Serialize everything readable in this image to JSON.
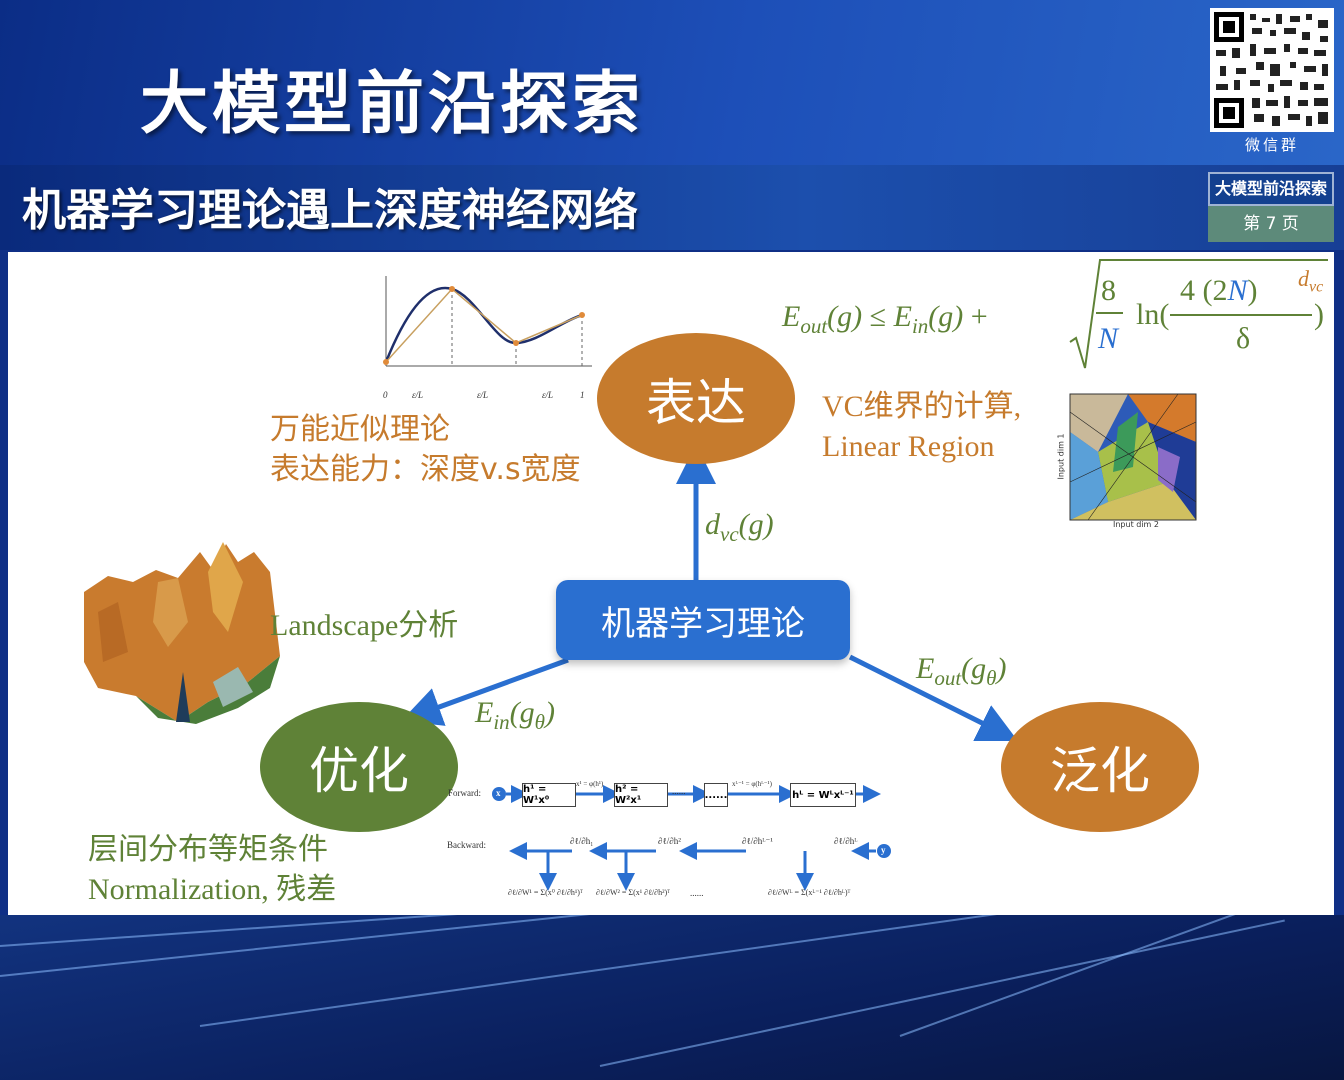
{
  "header": {
    "event_title": "大模型前沿探索",
    "qr_caption": "微信群",
    "badge_title": "大模型前沿探索",
    "badge_page": "第 7 页"
  },
  "slide": {
    "title": "机器学习理论遇上深度神经网络"
  },
  "nodes": {
    "center": "机器学习理论",
    "expression": "表达",
    "optimization": "优化",
    "generalization": "泛化"
  },
  "notes": {
    "expression_line1": "万能近似理论",
    "expression_line2": "表达能力：深度v.s宽度",
    "vc_line1": "VC维界的计算,",
    "vc_line2": "Linear Region",
    "landscape": "Landscape分析",
    "optimization_line1": "层间分布等矩条件",
    "optimization_line2": "Normalization, 残差"
  },
  "edge_labels": {
    "to_expression": {
      "base": "d",
      "sub": "vc",
      "arg": "(g)"
    },
    "to_optimization": {
      "base": "E",
      "sub": "in",
      "arg": "(g",
      "arg_sub": "θ",
      "close": ")"
    },
    "to_generalization": {
      "base": "E",
      "sub": "out",
      "arg": "(g",
      "arg_sub": "θ",
      "close": ")"
    }
  },
  "formula": {
    "lhs": "E",
    "lhs_sub": "out",
    "lhs_arg": "(g)",
    "le": "≤",
    "ein": "E",
    "ein_sub": "in",
    "ein_arg": "(g)",
    "plus": "+",
    "frac1_num": "8",
    "frac1_den": "N",
    "ln": "ln(",
    "frac2_num_a": "4",
    "frac2_num_b": "(2",
    "frac2_num_n": "N",
    "frac2_num_c": ")",
    "frac2_exp": "d",
    "frac2_exp_sub": "vc",
    "frac2_den": "δ",
    "close": ")"
  },
  "approx_plot": {
    "ticks": [
      "0",
      "ε/L",
      "ε/L",
      "ε/L",
      "1"
    ]
  },
  "region_plot": {
    "xlabel": "Input dim 2",
    "ylabel": "Input dim 1"
  },
  "backprop": {
    "forward_label": "Forward:",
    "backward_label": "Backward:",
    "x_node": "x",
    "y_node": "y",
    "h1": "h¹ = W¹x⁰",
    "x1": "x¹ = φ(h¹)",
    "h2": "h² = W²x¹",
    "dots": "......",
    "xl": "xᴸ⁻¹ = φ(hᴸ⁻¹)",
    "hl": "hᴸ = Wᴸxᴸ⁻¹",
    "g1": "∂ℓ/∂h₁",
    "g2": "∂ℓ/∂h²",
    "gl1": "∂ℓ/∂hᴸ⁻¹",
    "gl": "∂ℓ/∂hᴸ",
    "w1": "∂ℓ/∂W¹ = Σ(x⁰ ∂ℓ/∂h¹)ᵀ",
    "w2": "∂ℓ/∂W² = Σ(x¹ ∂ℓ/∂h²)ᵀ",
    "wl": "∂ℓ/∂Wᴸ = Σ(xᴸ⁻¹ ∂ℓ/∂hᴸ)ᵀ"
  },
  "colors": {
    "orange": "#c67b2d",
    "green": "#5f8237",
    "blue": "#2a6fd0"
  }
}
